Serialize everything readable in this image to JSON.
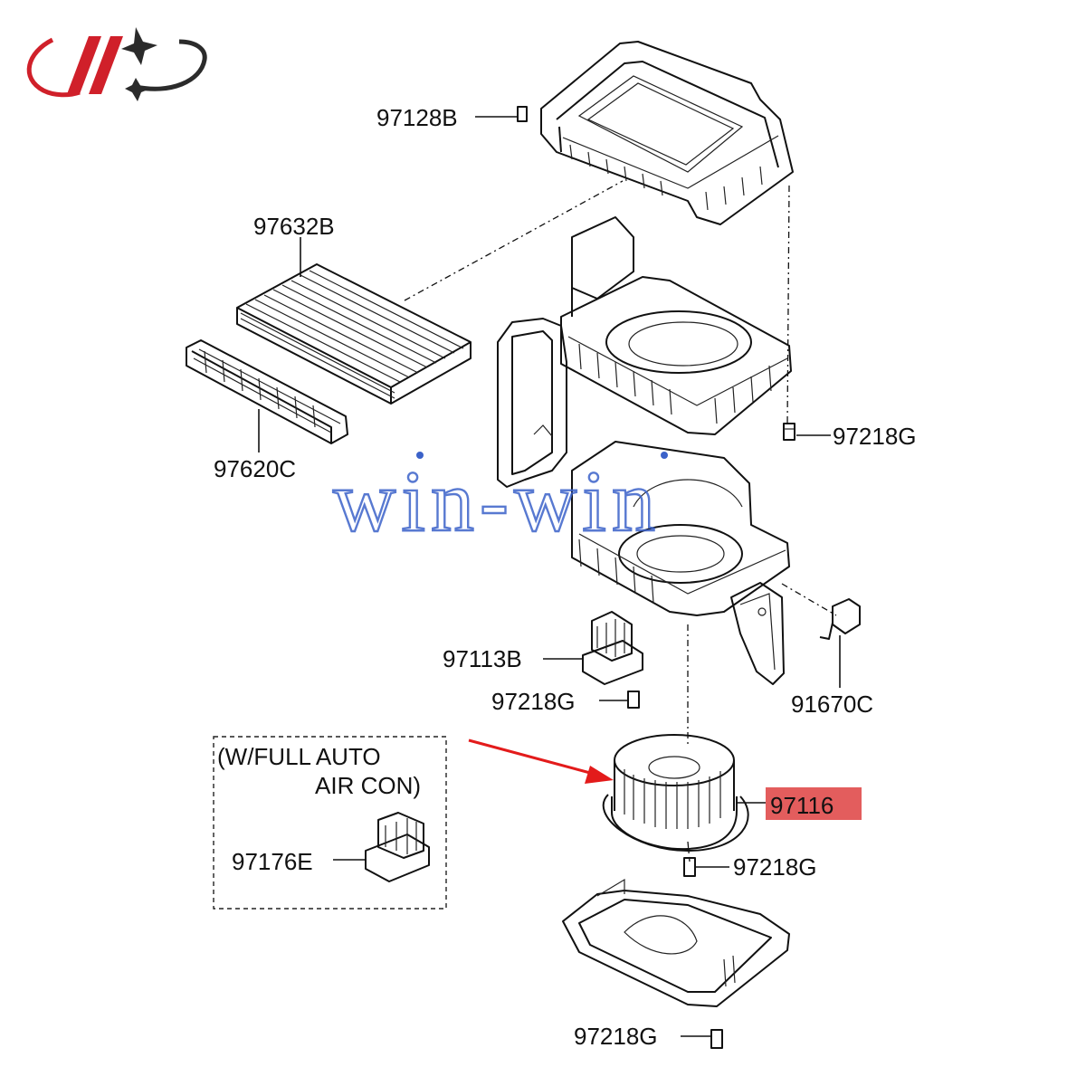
{
  "labels": {
    "filter_cover": "97128B",
    "cabin_filter": "97632B",
    "filter_grille": "97620C",
    "screw_top": "97218G",
    "resistor": "97113B",
    "screw_resistor": "97218G",
    "actuator": "91670C",
    "blower_motor": "97116",
    "screw_motor": "97218G",
    "auto_resistor": "97176E",
    "screw_bottom": "97218G"
  },
  "note": {
    "line1": "(W/FULL AUTO",
    "line2": "AIR CON)"
  },
  "watermark": "win-win",
  "highlight": {
    "part": "97116",
    "fill_color": "#e35d5d",
    "arrow_color": "#e31b1b"
  },
  "logo": {
    "red": "#d0202a",
    "dark": "#2b2b2b"
  }
}
